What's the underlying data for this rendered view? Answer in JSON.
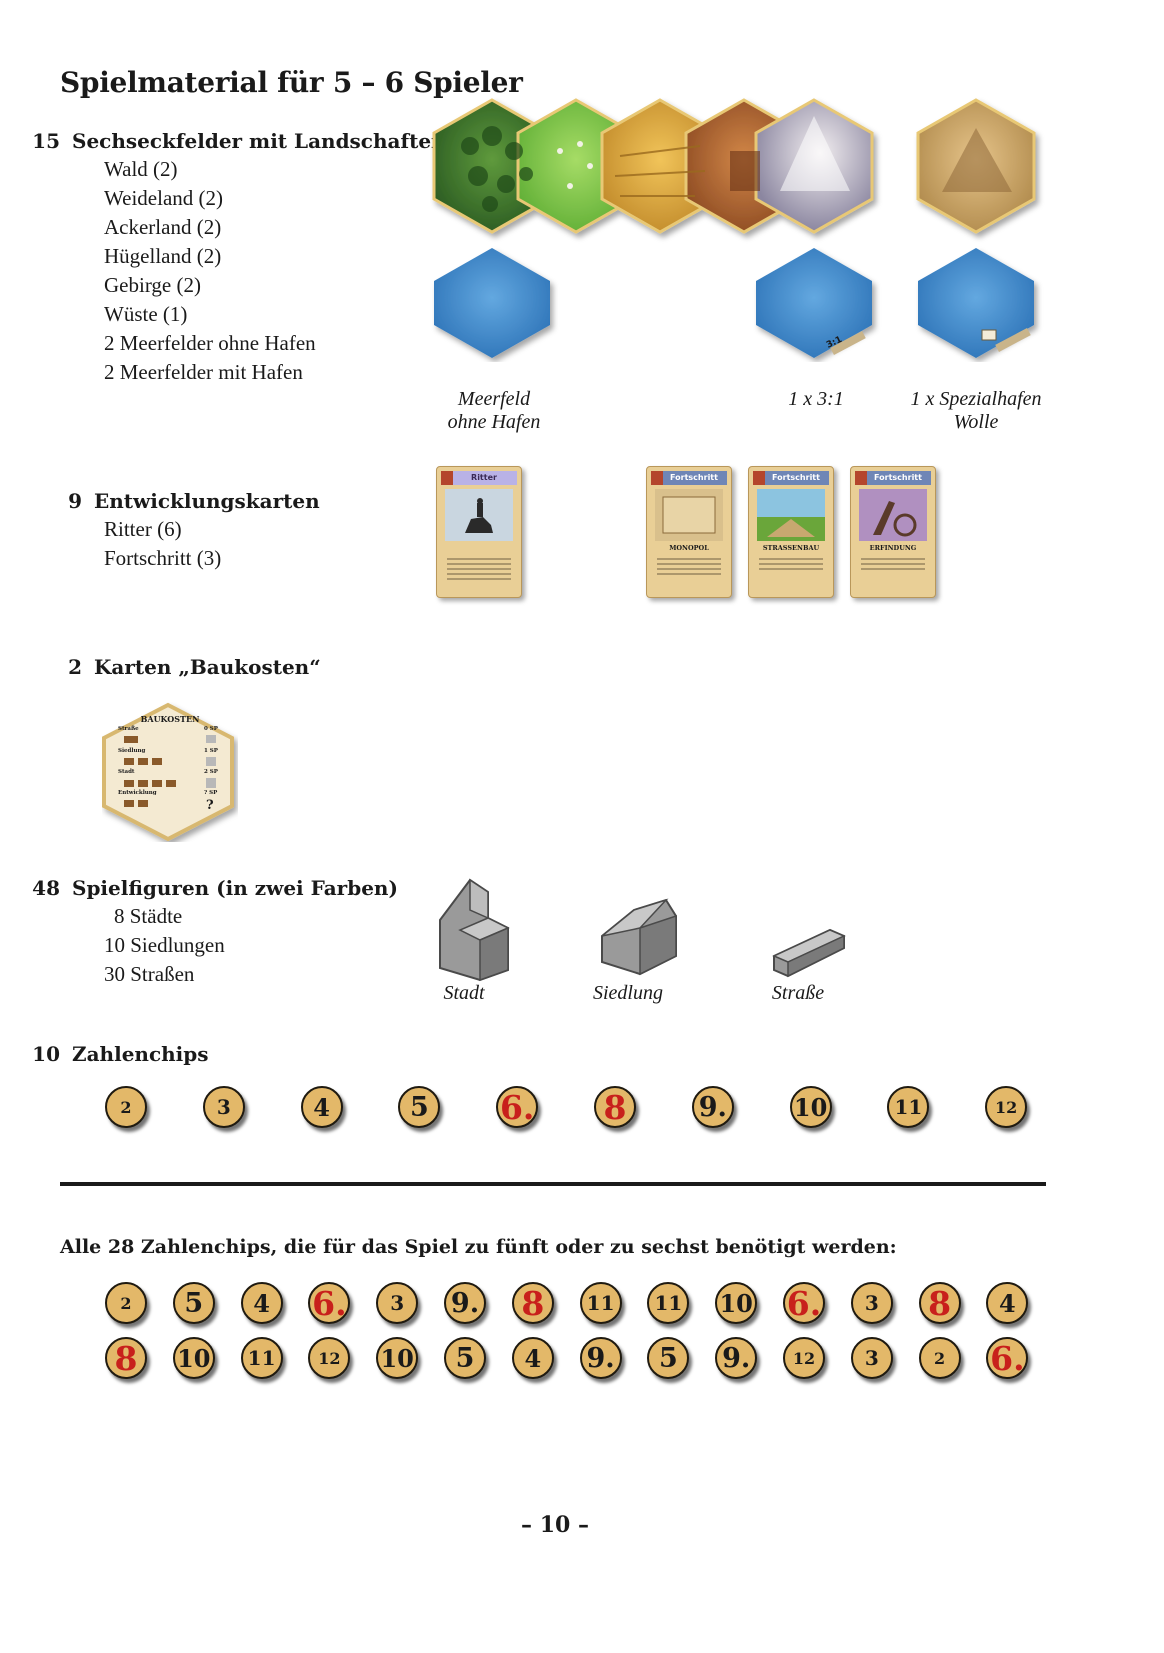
{
  "title": "Spielmaterial für 5 – 6 Spieler",
  "sections": {
    "tiles": {
      "count": "15",
      "title": "Sechseckfelder mit Landschaften",
      "items": [
        "Wald (2)",
        "Weideland (2)",
        "Ackerland (2)",
        "Hügelland (2)",
        "Gebirge (2)",
        "Wüste (1)",
        "2 Meerfelder ohne Hafen",
        "2 Meerfelder mit Hafen"
      ],
      "captions": {
        "sea_line1": "Meerfeld",
        "sea_line2": "ohne Hafen",
        "harbor": "1 x 3:1",
        "special_line1": "1 x Spezialhafen",
        "special_line2": "Wolle"
      },
      "harbor_label": "3:1"
    },
    "cards": {
      "count": "9",
      "title": "Entwicklungskarten",
      "items": [
        "Ritter (6)",
        "Fortschritt (3)"
      ],
      "card_list": [
        {
          "header": "Ritter",
          "name": ""
        },
        {
          "header": "Fortschritt",
          "name": "MONOPOL"
        },
        {
          "header": "Fortschritt",
          "name": "STRASSENBAU"
        },
        {
          "header": "Fortschritt",
          "name": "ERFINDUNG"
        }
      ]
    },
    "building_costs": {
      "count": "2",
      "title": "Karten „Baukosten“",
      "card_title": "BAUKOSTEN",
      "rows": [
        {
          "label": "Straße",
          "points": "0 SP"
        },
        {
          "label": "Siedlung",
          "points": "1 SP"
        },
        {
          "label": "Stadt",
          "points": "2 SP"
        },
        {
          "label": "Entwicklung",
          "points": "? SP"
        }
      ],
      "question": "?"
    },
    "pieces": {
      "count": "48",
      "title": "Spielfiguren (in zwei Farben)",
      "items": [
        "8 Städte",
        "10 Siedlungen",
        "30 Straßen"
      ],
      "captions": [
        "Stadt",
        "Siedlung",
        "Straße"
      ]
    },
    "chips": {
      "count": "10",
      "title": "Zahlenchips",
      "values": [
        "2",
        "3",
        "4",
        "5",
        "6.",
        "8",
        "9.",
        "10",
        "11",
        "12"
      ]
    }
  },
  "all_chips": {
    "heading": "Alle 28 Zahlenchips, die für das Spiel zu fünft oder zu sechst benötigt werden:",
    "row1": [
      "2",
      "5",
      "4",
      "6.",
      "3",
      "9.",
      "8",
      "11",
      "11",
      "10",
      "6.",
      "3",
      "8",
      "4"
    ],
    "row2": [
      "8",
      "10",
      "11",
      "12",
      "10",
      "5",
      "4",
      "9.",
      "5",
      "9.",
      "12",
      "3",
      "2",
      "6."
    ]
  },
  "page_number": "– 10 –",
  "colors": {
    "chip_fill": "#e3b869",
    "chip_red_number": "#c8201c",
    "sea": "#3e86c6",
    "forest": "#2f6a2a",
    "pasture": "#7cc24a",
    "fields": "#d9a43a",
    "hills": "#b86a34",
    "mountains": "#b9b6b8",
    "desert": "#c9a56a",
    "tile_border": "#e8c874",
    "piece_grey": "#9a9a9a"
  }
}
